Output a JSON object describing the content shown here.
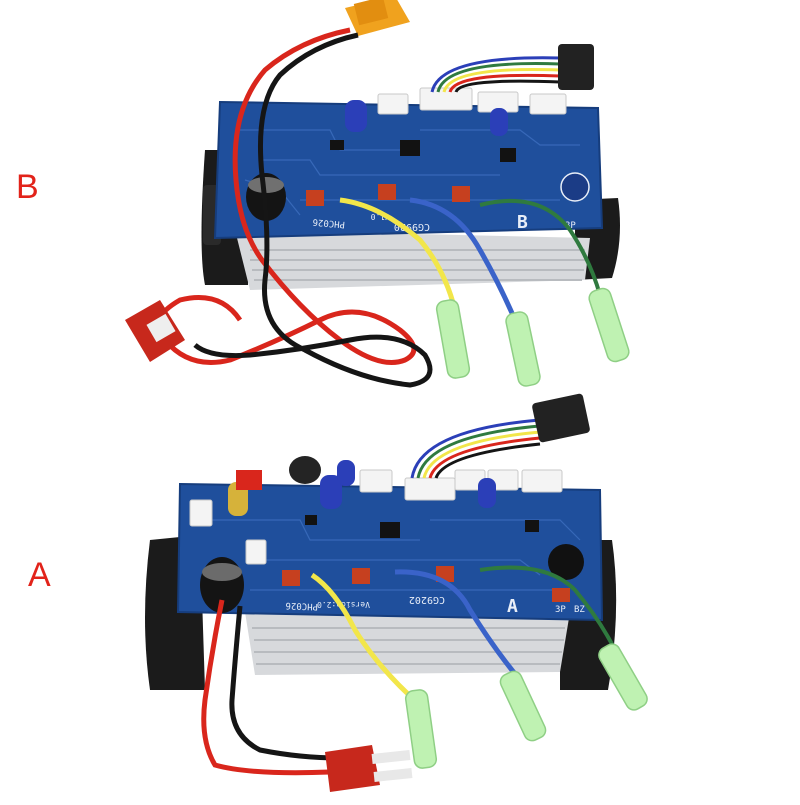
{
  "labels": {
    "top_board": "B",
    "bottom_board": "A"
  },
  "silkscreen": {
    "top_part_number": "PHC026",
    "top_serial": "CG9920",
    "top_letter": "B",
    "top_version": "V1.0",
    "top_connector": "3P",
    "bottom_part_number": "PHC026",
    "bottom_serial": "CG9202",
    "bottom_letter": "A",
    "bottom_version": "Version:2.0",
    "bottom_connector": "3P",
    "bottom_buzzer": "BZ"
  },
  "colors": {
    "pcb_blue": "#1f4f9c",
    "heatsink": "#d7d9dc",
    "bracket": "#1b1b1b",
    "wire_red": "#d9261c",
    "wire_black": "#151515",
    "wire_yellow": "#f2e64a",
    "wire_blue": "#3a63c9",
    "wire_green": "#2f7a3f",
    "connector_orange": "#f0a21e",
    "terminal_tube": "#bff2b2",
    "label_red": "#e2231a"
  }
}
